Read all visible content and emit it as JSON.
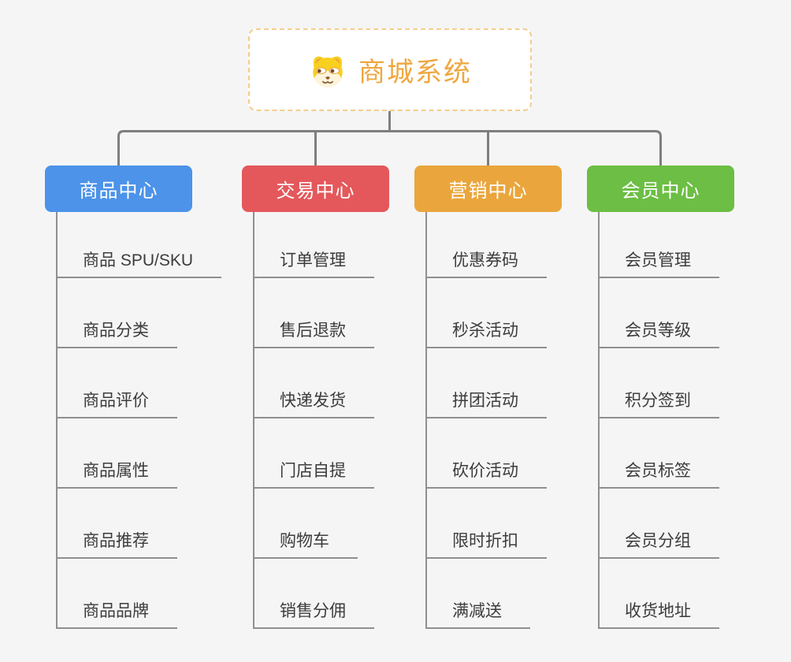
{
  "root": {
    "title": "商城系统",
    "icon": "dog-face-icon"
  },
  "colors": {
    "background": "#f5f5f6",
    "root_border": "#f4cd8c",
    "root_text": "#efa73f",
    "connector": "#7e7e7e",
    "leaf_line": "#8f8f8f",
    "leaf_text": "#3c3c3c"
  },
  "branches": [
    {
      "label": "商品中心",
      "color": "#4c93e9",
      "children": [
        "商品 SPU/SKU",
        "商品分类",
        "商品评价",
        "商品属性",
        "商品推荐",
        "商品品牌"
      ]
    },
    {
      "label": "交易中心",
      "color": "#e4585b",
      "children": [
        "订单管理",
        "售后退款",
        "快递发货",
        "门店自提",
        "购物车",
        "销售分佣"
      ]
    },
    {
      "label": "营销中心",
      "color": "#eaa63c",
      "children": [
        "优惠券码",
        "秒杀活动",
        "拼团活动",
        "砍价活动",
        "限时折扣",
        "满减送"
      ]
    },
    {
      "label": "会员中心",
      "color": "#6cbe44",
      "children": [
        "会员管理",
        "会员等级",
        "积分签到",
        "会员标签",
        "会员分组",
        "收货地址"
      ]
    }
  ]
}
